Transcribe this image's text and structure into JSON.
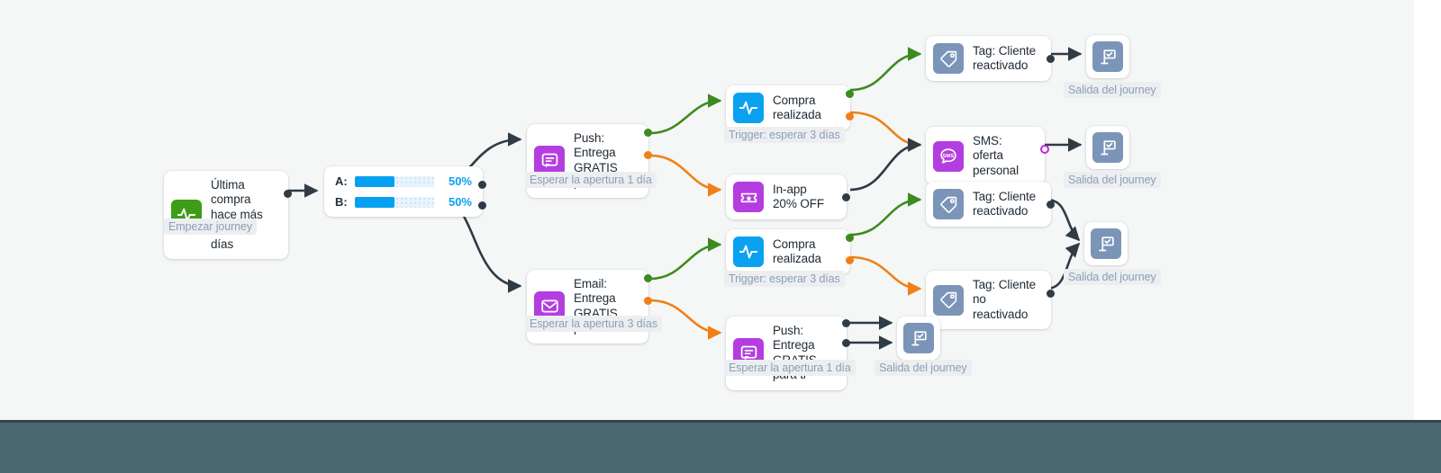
{
  "canvas": {
    "background_color": "#f5f6f6",
    "bottom_bar_color": "#4b6870",
    "accent_colors": {
      "green_branch": "#3d8b1e",
      "orange_branch": "#f08017",
      "dark_edge": "#2f3b45",
      "blue_progress": "#06a0f0",
      "magenta_port": "#c12bd6",
      "purple_tile": "#b43de0",
      "green_tile": "#3f9c18",
      "blue_tile": "#0aa2f0",
      "slate_tile": "#7b95b8"
    }
  },
  "nodes": [
    {
      "id": "entry-trigger",
      "label": "Última compra\nhace más de 30\ndías",
      "icon": "activity-pulse-icon",
      "tile_color_class": "t-green",
      "caption": "Empezar journey"
    },
    {
      "id": "ab-split",
      "type": "ab-split",
      "rows": [
        {
          "key": "A:",
          "percent": "50%",
          "value": 50
        },
        {
          "key": "B:",
          "percent": "50%",
          "value": 50
        }
      ]
    },
    {
      "id": "push-top",
      "label": "Push: Entrega\nGRATIS para ti",
      "icon": "push-message-icon",
      "tile_color_class": "t-purple",
      "caption": "Esperar la apertura 1 día"
    },
    {
      "id": "email",
      "label": "Email: Entrega\nGRATIS para ti",
      "icon": "email-envelope-icon",
      "tile_color_class": "t-purple",
      "caption": "Esperar la apertura 3 días"
    },
    {
      "id": "purchase-top",
      "label": "Compra\nrealizada",
      "icon": "activity-pulse-icon",
      "tile_color_class": "t-blue",
      "caption": "Trigger: esperar 3 días"
    },
    {
      "id": "inapp",
      "label": "In-app 20% OFF",
      "icon": "ticket-star-icon",
      "tile_color_class": "t-purple",
      "caption": ""
    },
    {
      "id": "purchase-bottom",
      "label": "Compra\nrealizada",
      "icon": "activity-pulse-icon",
      "tile_color_class": "t-blue",
      "caption": "Trigger: esperar 3 días"
    },
    {
      "id": "push-bottom",
      "label": "Push: Entrega\nGRATIS para ti",
      "icon": "push-message-icon",
      "tile_color_class": "t-purple",
      "caption": "Esperar la apertura 1 día"
    },
    {
      "id": "tag-reactivated-top",
      "label": "Tag: Cliente\nreactivado",
      "icon": "tag-icon",
      "tile_color_class": "t-slate",
      "caption": ""
    },
    {
      "id": "sms",
      "label": "SMS: oferta\npersonal",
      "icon": "sms-bubble-icon",
      "tile_color_class": "t-purple",
      "caption": ""
    },
    {
      "id": "tag-reactivated-mid",
      "label": "Tag: Cliente\nreactivado",
      "icon": "tag-icon",
      "tile_color_class": "t-slate",
      "caption": ""
    },
    {
      "id": "tag-not-reactivated",
      "label": "Tag: Cliente no\nreactivado",
      "icon": "tag-icon",
      "tile_color_class": "t-slate",
      "caption": ""
    }
  ],
  "exits": [
    {
      "id": "exit-1",
      "icon": "flag-check-icon",
      "caption": "Salida del journey"
    },
    {
      "id": "exit-2",
      "icon": "flag-check-icon",
      "caption": "Salida del journey"
    },
    {
      "id": "exit-3",
      "icon": "flag-check-icon",
      "caption": "Salida del journey"
    },
    {
      "id": "exit-4",
      "icon": "flag-check-icon",
      "caption": "Salida del journey"
    }
  ]
}
